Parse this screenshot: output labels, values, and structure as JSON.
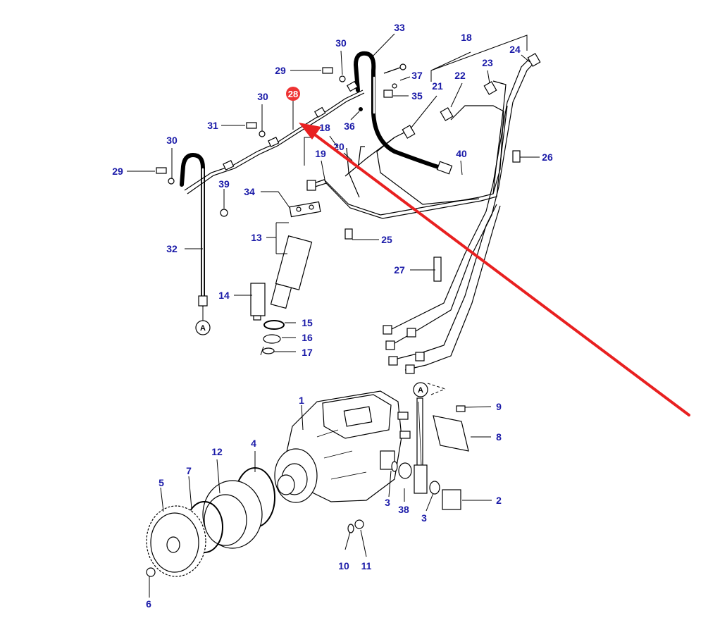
{
  "callouts": [
    "1",
    "2",
    "3",
    "3",
    "4",
    "5",
    "6",
    "7",
    "8",
    "9",
    "10",
    "11",
    "12",
    "13",
    "14",
    "15",
    "16",
    "17",
    "18",
    "18",
    "19",
    "20",
    "21",
    "22",
    "23",
    "24",
    "25",
    "26",
    "27",
    "29",
    "29",
    "30",
    "30",
    "30",
    "31",
    "32",
    "33",
    "34",
    "35",
    "36",
    "37",
    "38",
    "39",
    "40"
  ],
  "highlight": {
    "label": "28",
    "color": "#e33333"
  },
  "reference_marks": [
    "A",
    "A"
  ],
  "arrow_color": "#e82020",
  "label_color": "#1a1aa8"
}
